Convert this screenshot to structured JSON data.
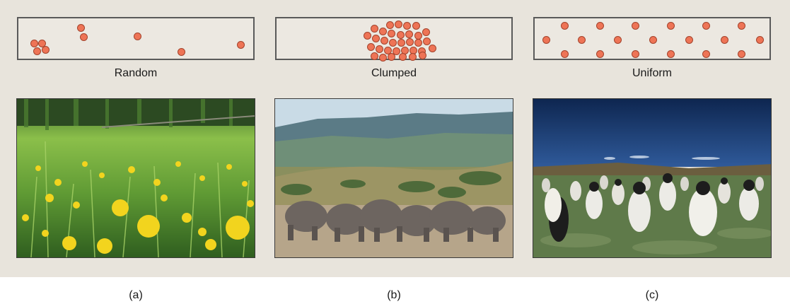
{
  "panels": [
    {
      "pattern": "Random",
      "letter": "(a)"
    },
    {
      "pattern": "Clumped",
      "letter": "(b)"
    },
    {
      "pattern": "Uniform",
      "letter": "(c)"
    }
  ],
  "colors": {
    "background": "#e8e4dc",
    "dot_fill": "#ee7456",
    "dot_outline": "#a3432c",
    "box_border": "#5a5a5a"
  }
}
